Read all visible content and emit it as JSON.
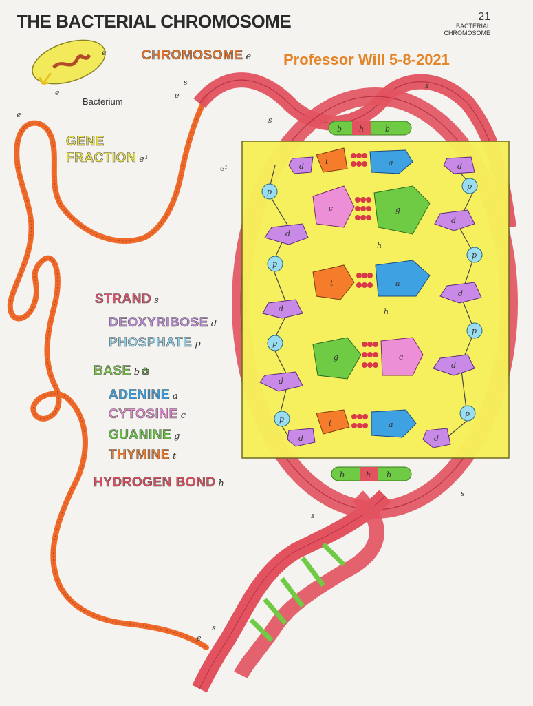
{
  "header": {
    "title": "THE BACTERIAL CHROMOSOME",
    "page_number": "21",
    "page_section_line1": "BACTERIAL",
    "page_section_line2": "CHROMOSOME",
    "annotation": "Professor Will  5-8-2021"
  },
  "figure": {
    "bacterium_label": "Bacterium",
    "labels": {
      "chromosome": {
        "text": "CHROMOSOME",
        "sub": "e",
        "color": "#e8752a"
      },
      "gene_fraction": {
        "line1": "GENE",
        "line2": "FRACTION",
        "sub": "e¹",
        "color": "#e7e04a"
      },
      "strand": {
        "text": "STRAND",
        "sub": "s",
        "color": "#e0506a"
      },
      "deoxyribose": {
        "text": "DEOXYRIBOSE",
        "sub": "d",
        "color": "#c08ae0"
      },
      "phosphate": {
        "text": "PHOSPHATE",
        "sub": "p",
        "color": "#8fd3ea"
      },
      "base": {
        "text": "BASE",
        "sub": "b",
        "color": "#7cc44a"
      },
      "adenine": {
        "text": "ADENINE",
        "sub": "a",
        "color": "#3aa0e0"
      },
      "cytosine": {
        "text": "CYTOSINE",
        "sub": "c",
        "color": "#e88ad2"
      },
      "guanine": {
        "text": "GUANINE",
        "sub": "g",
        "color": "#66c840"
      },
      "thymine": {
        "text": "THYMINE",
        "sub": "t",
        "color": "#f07a28"
      },
      "hydrogen_bond": {
        "text": "HYDROGEN BOND",
        "sub": "h",
        "color": "#e04a5a"
      }
    },
    "marker_letters": {
      "e": "e",
      "s": "s",
      "e1": "e¹",
      "d": "d",
      "p": "p",
      "a": "a",
      "c": "c",
      "g": "g",
      "t": "t",
      "h": "h",
      "b": "b"
    },
    "colors": {
      "strand": "#e2525f",
      "chromosome_fiber": "#ef6a2a",
      "backdrop": "#f7f05a",
      "deoxyribose": "#c88ae6",
      "phosphate": "#9adcf0",
      "adenine": "#3da1e2",
      "cytosine": "#ec8fd6",
      "guanine": "#6fca44",
      "thymine": "#f57c2a",
      "hbond": "#d9374a",
      "bacterium": "#f2ea5a"
    }
  }
}
